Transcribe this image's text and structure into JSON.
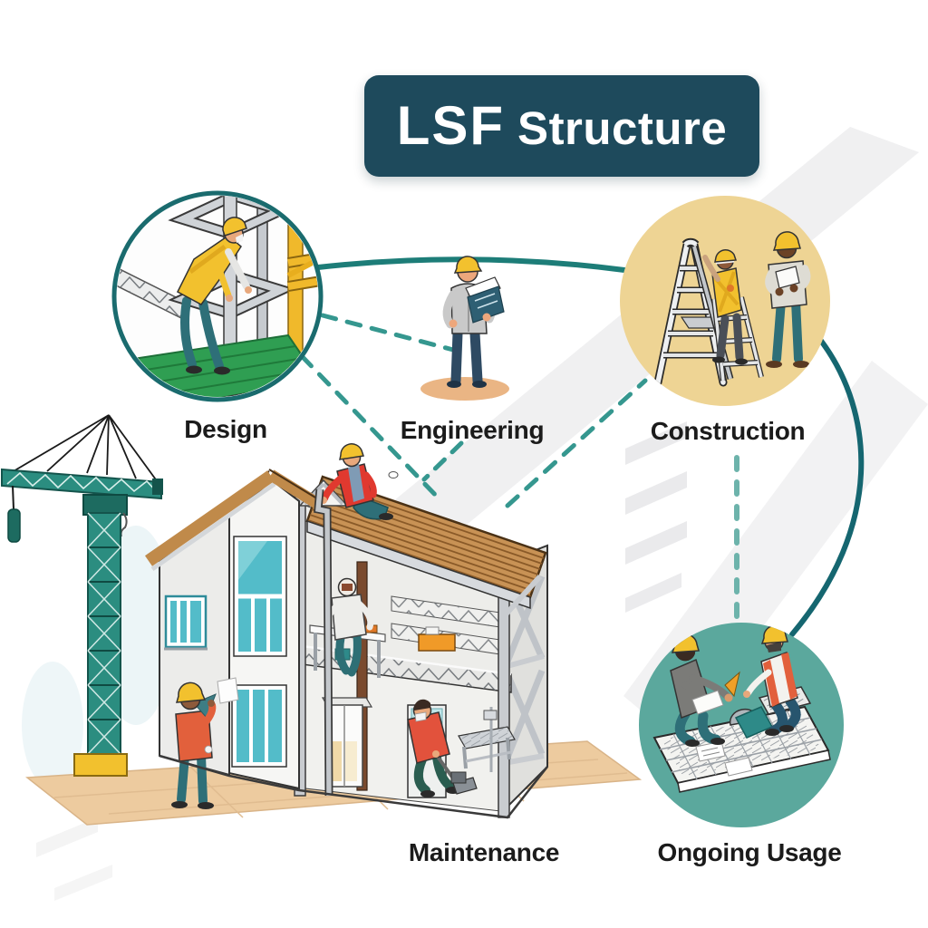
{
  "banner": {
    "title_primary": "LSF",
    "title_secondary": "Structure",
    "background": "#1e4a5c",
    "text_color": "#ffffff"
  },
  "stages": [
    {
      "id": "design",
      "label": "Design",
      "scene_icon": "worker-assembling-steel-frame-deck-icon"
    },
    {
      "id": "engineering",
      "label": "Engineering",
      "scene_icon": "engineer-reading-blueprint-icon"
    },
    {
      "id": "construction",
      "label": "Construction",
      "scene_icon": "workers-with-stepladder-icon"
    },
    {
      "id": "maintenance",
      "label": "Maintenance",
      "scene_icon": "house-under-maintenance-icon"
    },
    {
      "id": "ongoing_usage",
      "label": "Ongoing Usage",
      "scene_icon": "workers-assembling-framing-panel-icon"
    }
  ],
  "colors": {
    "label_text": "#1b1b1b",
    "design_ring": "#1a6b6e",
    "construction_circle": "#eed494",
    "usage_circle": "#5ba89d",
    "connector_solid": "#1d7d78",
    "connector_solid_dark": "#156670",
    "connector_dashed": "#35978f",
    "roof_brown": "#c89255",
    "wall_white": "#f3f3f1",
    "window_teal": "#53bcc9",
    "ground_tan": "#edcb9f",
    "crane_teal": "#2b8d80",
    "crane_base_yellow": "#f2c12e",
    "hard_hat_yellow": "#f2c12e",
    "deck_green": "#2f9e52"
  }
}
